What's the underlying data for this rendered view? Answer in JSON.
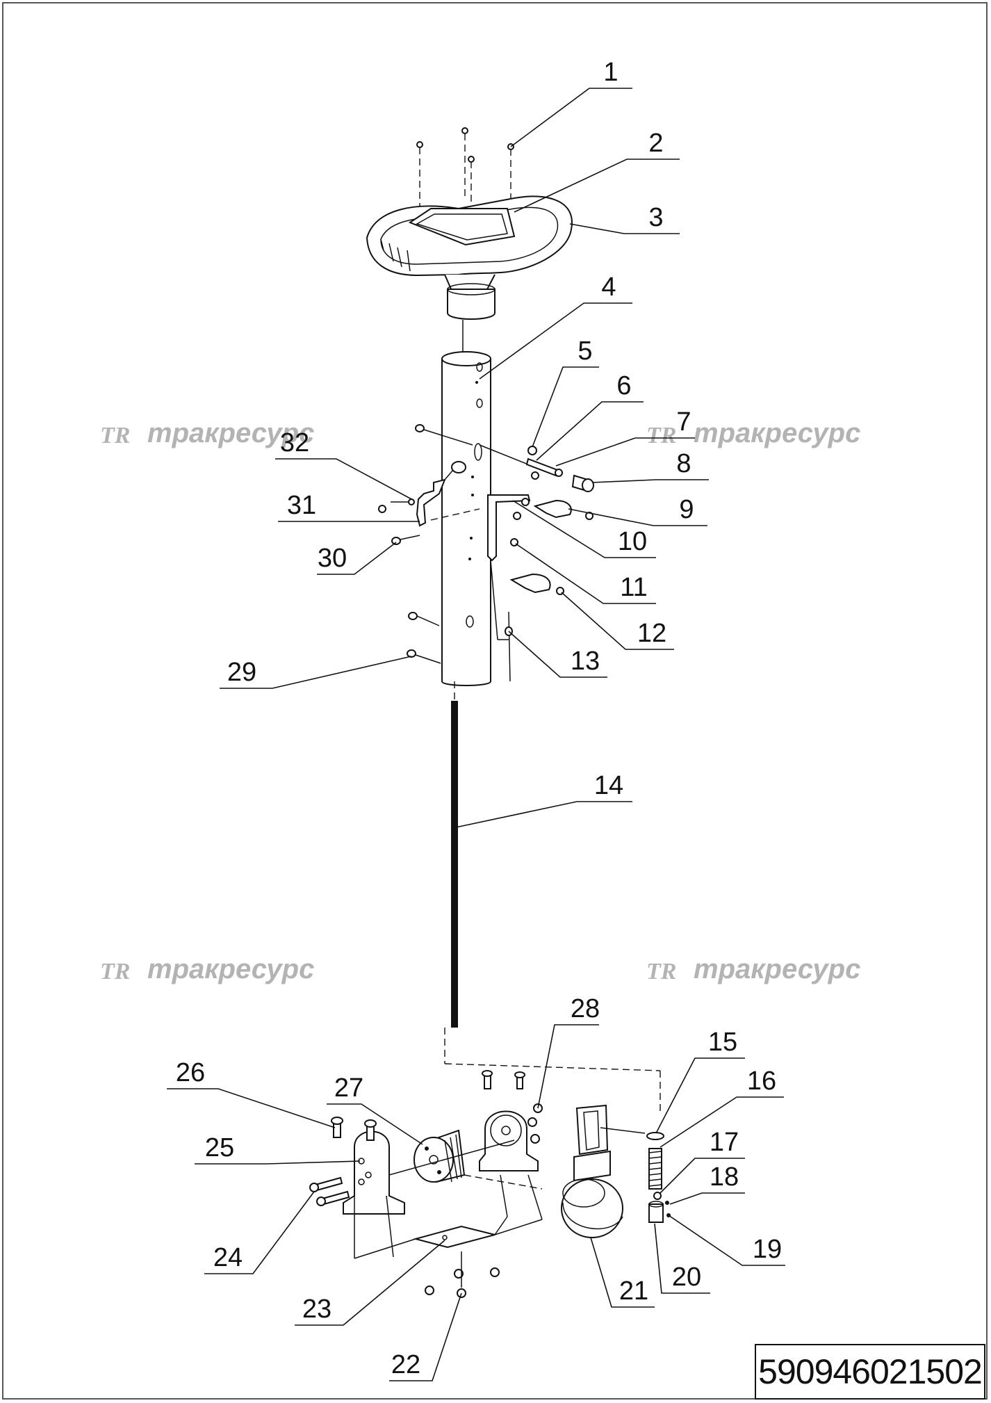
{
  "watermark": {
    "logo": "TR",
    "text": "тракресурс"
  },
  "document_number": "590946021502",
  "callouts": {
    "c1": "1",
    "c2": "2",
    "c3": "3",
    "c4": "4",
    "c5": "5",
    "c6": "6",
    "c7": "7",
    "c8": "8",
    "c9": "9",
    "c10": "10",
    "c11": "11",
    "c12": "12",
    "c13": "13",
    "c14": "14",
    "c15": "15",
    "c16": "16",
    "c17": "17",
    "c18": "18",
    "c19": "19",
    "c20": "20",
    "c21": "21",
    "c22": "22",
    "c23": "23",
    "c24": "24",
    "c25": "25",
    "c26": "26",
    "c27": "27",
    "c28": "28",
    "c29": "29",
    "c30": "30",
    "c31": "31",
    "c32": "32"
  }
}
